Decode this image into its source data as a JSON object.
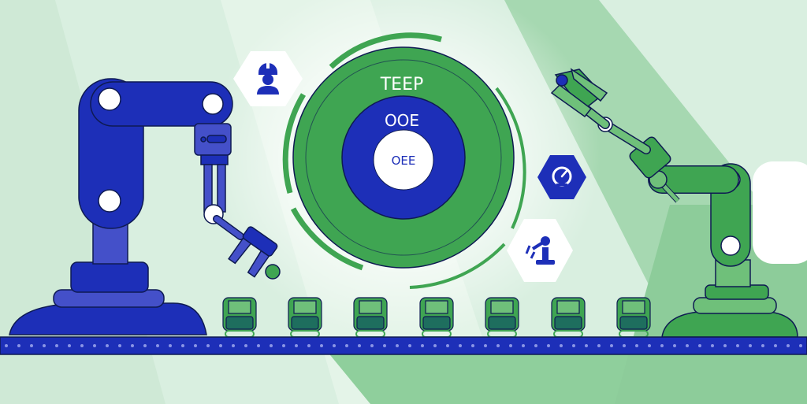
{
  "diagram": {
    "rings": {
      "outer": "TEEP",
      "middle": "OOE",
      "inner": "OEE"
    },
    "icons": [
      "worker-icon",
      "gauge-icon",
      "robot-arm-icon"
    ],
    "colors": {
      "blue": "#1d2fb8",
      "blue_light": "#4450c9",
      "green": "#3fa552",
      "green_light": "#6fc07a",
      "green_dark": "#1e6e5e",
      "bg": "#d9efe0",
      "outline": "#0e1a52"
    }
  }
}
